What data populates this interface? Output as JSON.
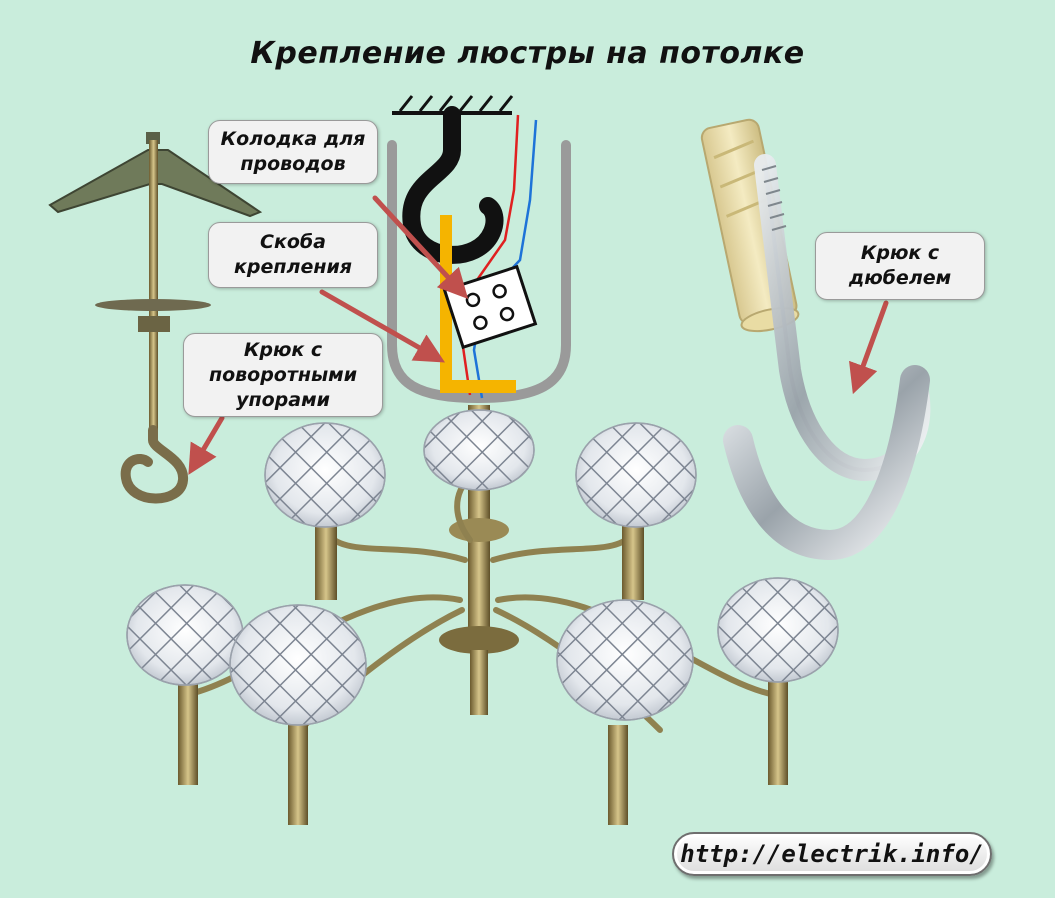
{
  "title": "Крепление люстры на потолке",
  "callouts": {
    "terminal_block": [
      "Колодка для",
      "проводов"
    ],
    "mounting_bracket": [
      "Скоба",
      "крепления"
    ],
    "toggle_hook": [
      "Крюк с",
      "поворотными",
      "упорами"
    ],
    "dowel_hook": [
      "Крюк с",
      "дюбелем"
    ]
  },
  "website": "http://electrik.info/",
  "colors": {
    "background": "#c9eddc",
    "arrow": "#c0504d",
    "bracket": "#f5b400",
    "wire_red": "#e02020",
    "wire_blue": "#1e73d8",
    "canopy": "#9a9a9a"
  }
}
